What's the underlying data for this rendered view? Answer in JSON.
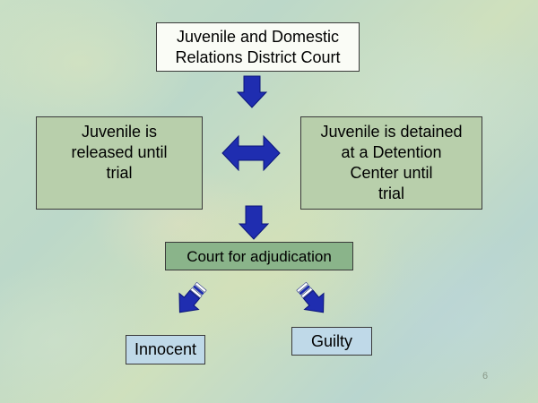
{
  "diagram": {
    "top_box": {
      "lines": [
        "Juvenile and Domestic",
        "Relations District Court"
      ]
    },
    "left_box": {
      "lines": [
        "Juvenile is",
        "released until",
        "trial"
      ]
    },
    "right_box": {
      "lines": [
        "Juvenile is detained",
        "at a Detention",
        "Center until",
        "trial"
      ]
    },
    "adjudication_box": {
      "label": "Court for adjudication"
    },
    "innocent_box": {
      "label": "Innocent"
    },
    "guilty_box": {
      "label": "Guilty"
    },
    "arrow_color": "#1f2db0"
  },
  "slide": {
    "page_number": "6"
  }
}
